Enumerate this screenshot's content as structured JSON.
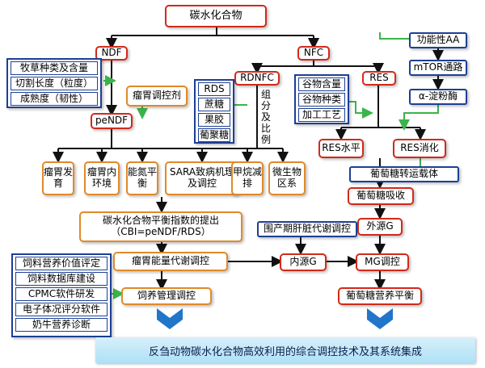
{
  "nodes": {
    "top": "碳水化合物",
    "ndf": "NDF",
    "nfc": "NFC",
    "forage_group": [
      "牧草种类及含量",
      "切割长度（粒度）",
      "成熟度（韧性）"
    ],
    "pendf": "peNDF",
    "rumen_regulator": "瘤胃调控剂",
    "rdnfc": "RDNFC",
    "rdnfc_group": [
      "RDS",
      "蔗糖",
      "果胶",
      "葡聚糖"
    ],
    "composition": "组分及比例",
    "grain_group": [
      "谷物含量",
      "谷物种类",
      "加工工艺"
    ],
    "res": "RES",
    "functional_aa": "功能性AA",
    "mtor": "mTOR通路",
    "amylase": "α-淀粉酶",
    "res_level": "RES水平",
    "res_digestion": "RES消化",
    "effects": [
      "瘤胃发育",
      "瘤胃内环境",
      "能氮平衡",
      "SARA致病机理及调控",
      "甲烷减排",
      "微生物区系"
    ],
    "glucose_transporter": "葡萄糖转运载体",
    "glucose_absorption": "葡萄糖吸收",
    "cbi": "碳水化合物平衡指数的提出（CBI=peNDF/RDS）",
    "perinatal": "围产期肝脏代谢调控",
    "exogenous_g": "外源G",
    "software_group": [
      "饲料营养价值评定",
      "饲料数据库建设",
      "CPMC软件研发",
      "电子体况评分软件",
      "奶牛营养诊断"
    ],
    "rumen_energy": "瘤胃能量代谢调控",
    "endogenous_g": "内源G",
    "mg_regulation": "MG调控",
    "feeding_management": "饲养管理调控",
    "glucose_balance": "葡萄糖营养平衡",
    "bottom": "反刍动物碳水化合物高效利用的综合调控技术及其系统集成"
  },
  "colors": {
    "orange_border": "#e08a2a",
    "red_border": "#d12a1a",
    "blue_border": "#1d3f94",
    "green_arrow": "#3cb34a",
    "black_line": "#111111",
    "bottom_bar": "#aee0f6"
  }
}
